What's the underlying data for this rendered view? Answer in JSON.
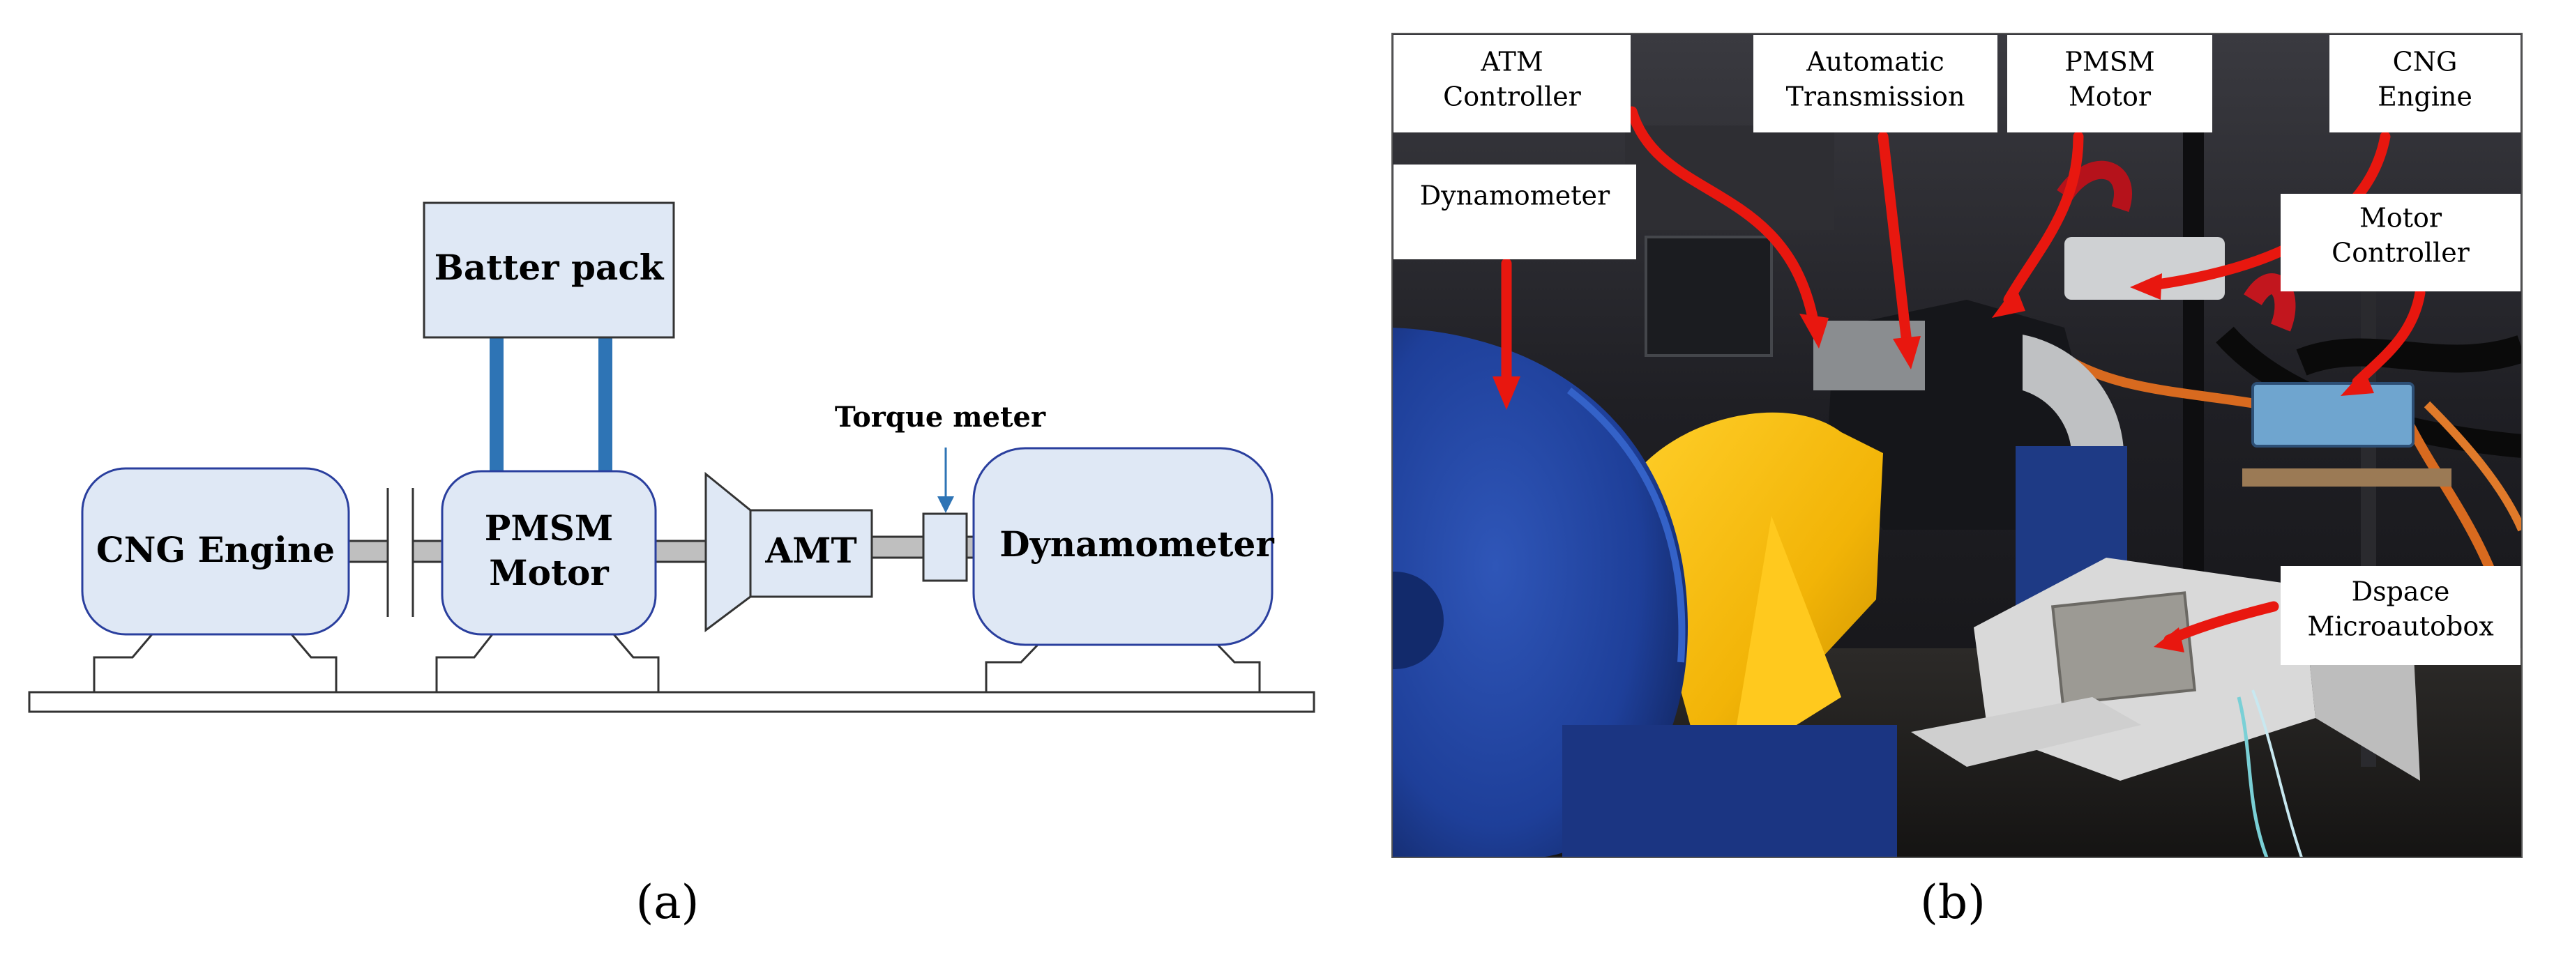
{
  "panel_a": {
    "caption": "(a)",
    "components": {
      "cng_engine": "CNG Engine",
      "battery_pack": "Batter pack",
      "pmsm_line1": "PMSM",
      "pmsm_line2": "Motor",
      "amt": "AMT",
      "torque_meter": "Torque meter",
      "dynamometer": "Dynamometer"
    }
  },
  "panel_b": {
    "caption": "(b)",
    "labels": {
      "atm_1": "ATM",
      "atm_2": "Controller",
      "auto_1": "Automatic",
      "auto_2": "Transmission",
      "pmsm_1": "PMSM",
      "pmsm_2": "Motor",
      "cng_1": "CNG",
      "cng_2": "Engine",
      "dyno": "Dynamometer",
      "motor_ctrl_1": "Motor",
      "motor_ctrl_2": "Controller",
      "dspace_1": "Dspace",
      "dspace_2": "Microautobox"
    }
  },
  "colors": {
    "box_fill": "#dfe8f5",
    "box_stroke": "#2a3f9e",
    "battery_cable": "#2e74b5",
    "shaft": "#bfbfbf",
    "arrow": "#e8170f",
    "dyno_blue": "#1e3f99",
    "yellow_stand": "#f2b407"
  }
}
